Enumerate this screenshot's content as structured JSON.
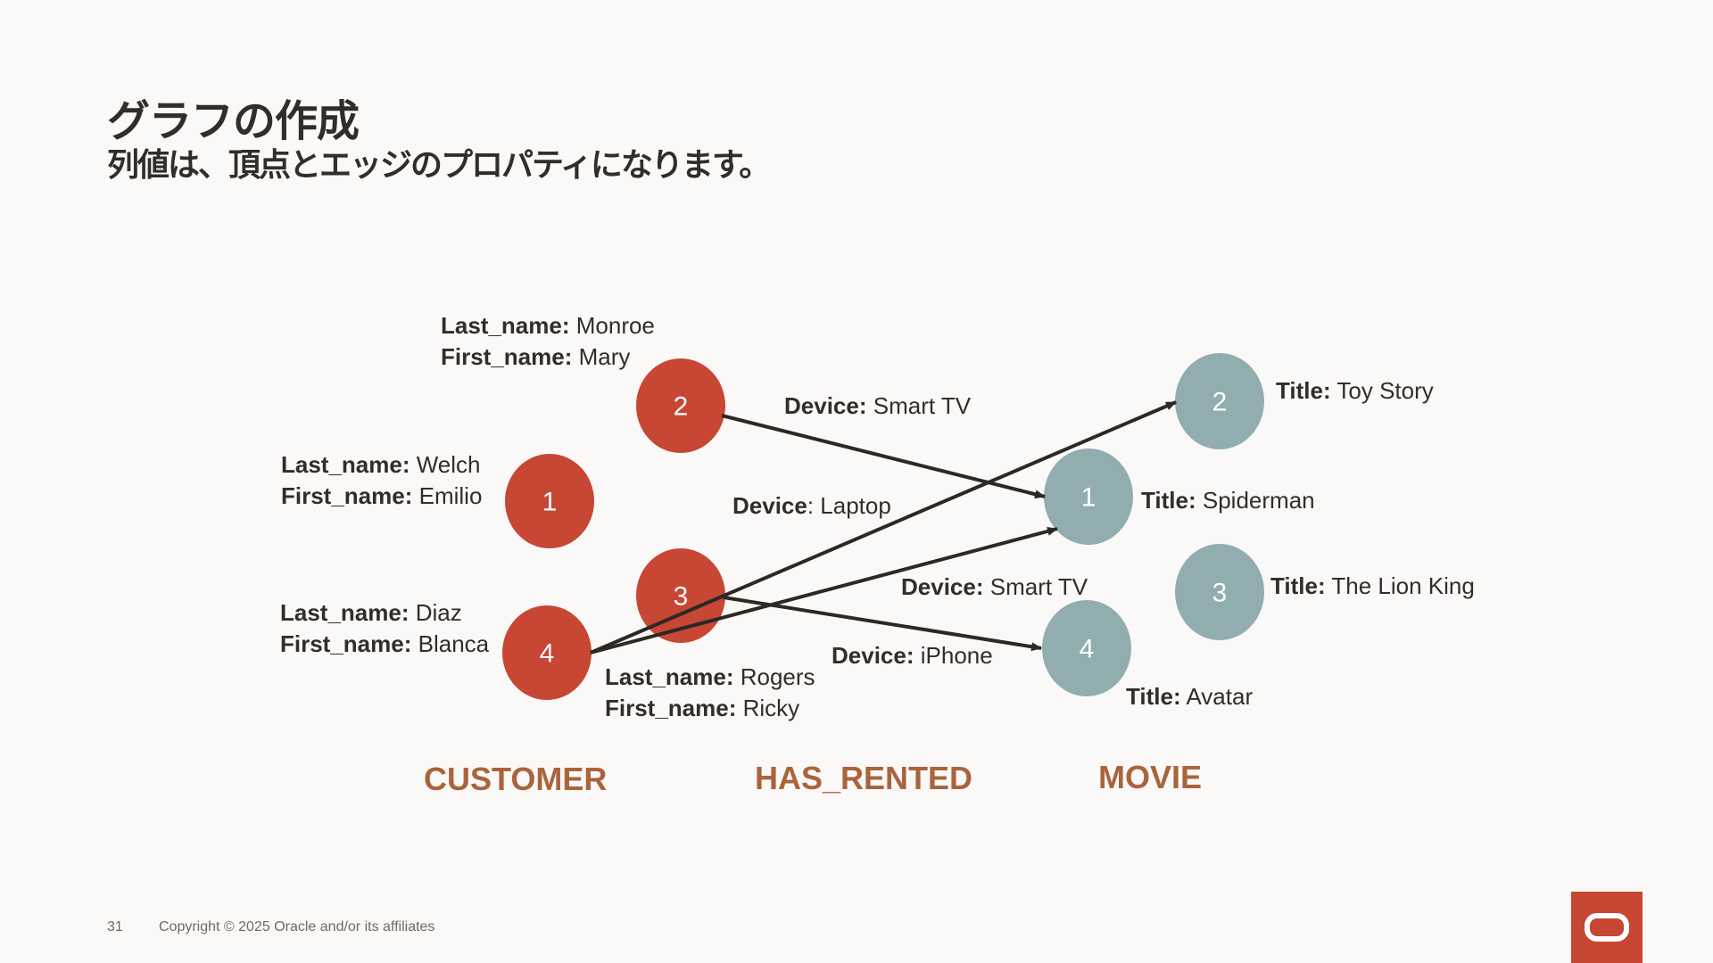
{
  "slide": {
    "title": "グラフの作成",
    "subtitle": "列値は、頂点とエッジのプロパティになります。"
  },
  "colors": {
    "customer_node": "#c74634",
    "movie_node": "#92adb0",
    "section_label": "#aa643b",
    "edge": "#2b2826"
  },
  "customers": [
    {
      "id": "1",
      "props": [
        {
          "key": "Last_name:",
          "value": "Welch"
        },
        {
          "key": "First_name:",
          "value": "Emilio"
        }
      ]
    },
    {
      "id": "2",
      "props": [
        {
          "key": "Last_name:",
          "value": "Monroe"
        },
        {
          "key": "First_name:",
          "value": "Mary"
        }
      ]
    },
    {
      "id": "3",
      "props": [
        {
          "key": "Last_name:",
          "value": "Rogers"
        },
        {
          "key": "First_name:",
          "value": "Ricky"
        }
      ]
    },
    {
      "id": "4",
      "props": [
        {
          "key": "Last_name:",
          "value": "Diaz"
        },
        {
          "key": "First_name:",
          "value": "Blanca"
        }
      ]
    }
  ],
  "movies": [
    {
      "id": "1",
      "props": [
        {
          "key": "Title:",
          "value": "Spiderman"
        }
      ]
    },
    {
      "id": "2",
      "props": [
        {
          "key": "Title:",
          "value": "Toy Story"
        }
      ]
    },
    {
      "id": "3",
      "props": [
        {
          "key": "Title:",
          "value": "The Lion King"
        }
      ]
    },
    {
      "id": "4",
      "props": [
        {
          "key": "Title:",
          "value": "Avatar"
        }
      ]
    }
  ],
  "edges": [
    {
      "from": "customer-2",
      "to": "movie-1",
      "key": "Device:",
      "value": "Smart TV"
    },
    {
      "from": "customer-4",
      "to": "movie-2",
      "key": "Device",
      "value": ": Laptop"
    },
    {
      "from": "customer-4",
      "to": "movie-1",
      "key": "Device:",
      "value": "Smart TV"
    },
    {
      "from": "customer-3",
      "to": "movie-4",
      "key": "Device:",
      "value": "iPhone"
    }
  ],
  "sections": {
    "customer": "CUSTOMER",
    "has_rented": "HAS_RENTED",
    "movie": "MOVIE"
  },
  "footer": {
    "page_number": "31",
    "copyright": "Copyright © 2025 Oracle and/or its affiliates"
  },
  "logo": {
    "icon": "oracle-logo-icon"
  }
}
